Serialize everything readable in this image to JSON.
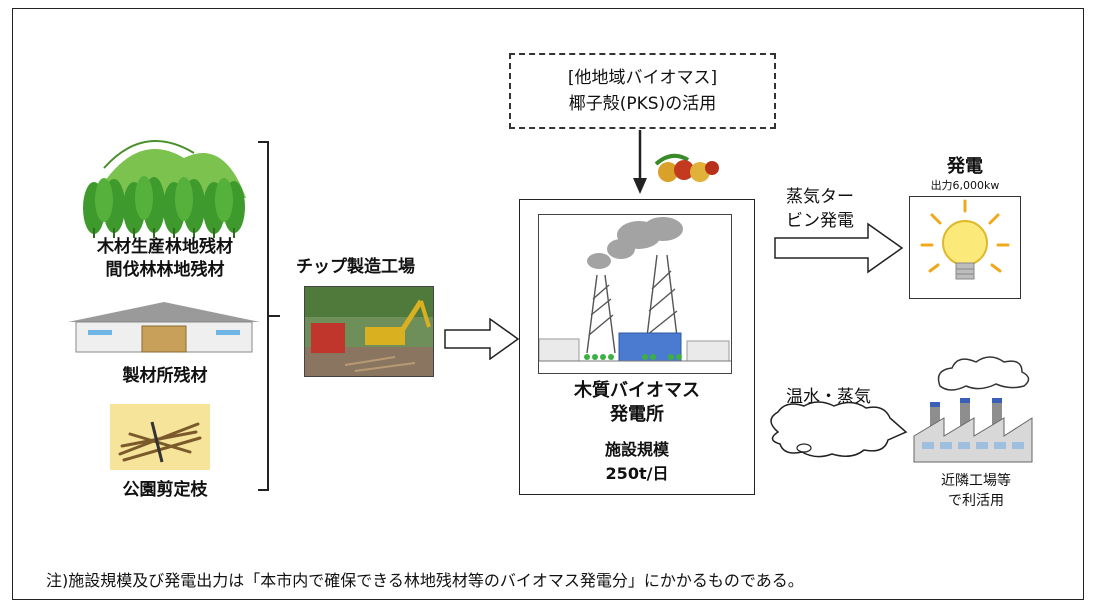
{
  "sources": {
    "forest_label_1": "木材生産林地残材",
    "forest_label_2": "間伐林林地残材",
    "sawmill_label": "製材所残材",
    "park_label": "公園剪定枝"
  },
  "chip_factory": {
    "label": "チップ製造工場"
  },
  "other_biomass": {
    "line1": "[他地域バイオマス]",
    "line2": "椰子殻(PKS)の活用"
  },
  "plant": {
    "name_line1": "木質バイオマス",
    "name_line2": "発電所",
    "scale_label": "施設規模",
    "scale_value": "250t/日"
  },
  "power": {
    "method_line1": "蒸気ター",
    "method_line2": "ビン発電",
    "title": "発電",
    "output": "出力6,000kw"
  },
  "heat": {
    "label": "温水・蒸気",
    "user_line1": "近隣工場等",
    "user_line2": "で利活用"
  },
  "note": "注)施設規模及び発電出力は「本市内で確保できる林地残材等のバイオマス発電分」にかかるものである。",
  "colors": {
    "forest_green": "#5aa83a",
    "forest_dark": "#2f7a25",
    "bulb_yellow": "#f6e36a",
    "sky_blue": "#cfe8f7"
  }
}
